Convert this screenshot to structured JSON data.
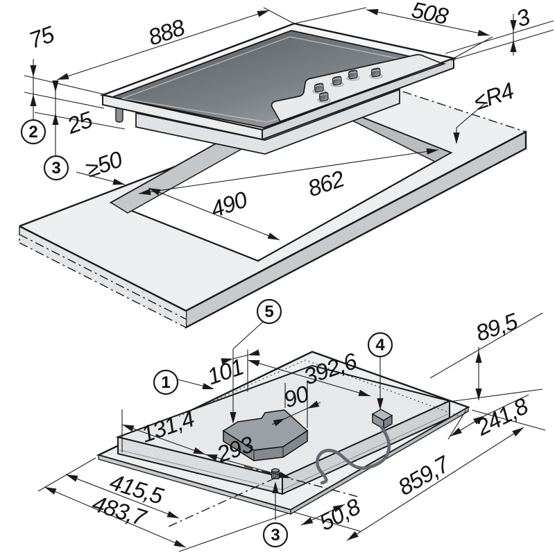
{
  "drawing": {
    "title": "built-in hob installation diagram",
    "top_view": {
      "dims": {
        "appliance_width": "888",
        "appliance_depth": "508",
        "glass_reveal": "3",
        "building_in_height": "75",
        "frame_height": "25",
        "min_wall_clearance": "≥50",
        "cutout_length": "862",
        "cutout_depth": "490",
        "corner_radius": "≤R4"
      },
      "callouts": {
        "c2": "2",
        "c3": "3"
      }
    },
    "bottom_view": {
      "dims": {
        "offset_101": "101",
        "offset_392_6": "392,6",
        "offset_89_5": "89,5",
        "offset_131_4": "131,4",
        "junction_box_90": "90",
        "offset_293": "293",
        "offset_241_8": "241,8",
        "offset_415_5": "415,5",
        "offset_483_7": "483,7",
        "offset_50_8": "50,8",
        "length_859_7": "859,7"
      },
      "callouts": {
        "c1": "1",
        "c3": "3",
        "c4": "4",
        "c5": "5"
      }
    },
    "colors": {
      "line": "#1a1a1a",
      "surface_light": "#eceeef",
      "surface_mid": "#c7cacd",
      "glass_dark": "#54595e",
      "glass_light": "#aeb3b7",
      "box_gray": "#9aa0a5"
    }
  }
}
